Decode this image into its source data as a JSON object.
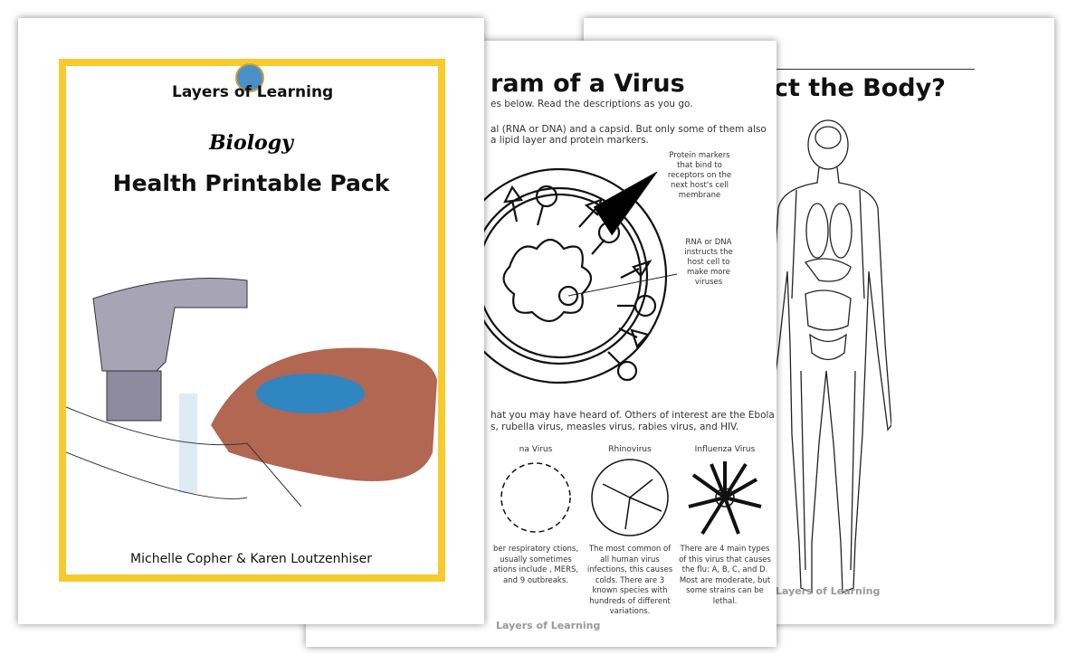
{
  "back_page": {
    "title": "ct the Body?",
    "footer": "Layers of Learning"
  },
  "middle_page": {
    "title": "ram of a Virus",
    "intro": "es below. Read the descriptions as you go.",
    "para1_line1": "al (RNA or DNA) and a capsid. But only some of them also",
    "para1_line2": "a lipid layer and protein markers.",
    "label_markers": "Protein markers that bind to receptors on the next host's cell membrane",
    "label_rna": "RNA or DNA instructs the host cell to make more viruses",
    "para2_line1": "hat you may have heard of. Others of interest are the Ebola",
    "para2_line2": "s, rubella virus, measles virus, rabies virus, and HIV.",
    "viruses": [
      {
        "name": "na Virus",
        "desc": "ber respiratory ctions, usually sometimes ations include , MERS, and 9 outbreaks."
      },
      {
        "name": "Rhinovirus",
        "desc": "The most common of all human virus infections, this causes colds. There are 3 known species with hundreds of different variations."
      },
      {
        "name": "Influenza Virus",
        "desc": "There are 4 main types of this virus that causes the flu: A, B, C, and D. Most are moderate, but some strains can be lethal."
      }
    ],
    "footer": "Layers of Learning"
  },
  "cover": {
    "brand": "Layers of Learning",
    "subject": "Biology",
    "title": "Health Printable Pack",
    "authors": "Michelle Copher & Karen Loutzenhiser",
    "border_color": "#f7cb2d"
  }
}
